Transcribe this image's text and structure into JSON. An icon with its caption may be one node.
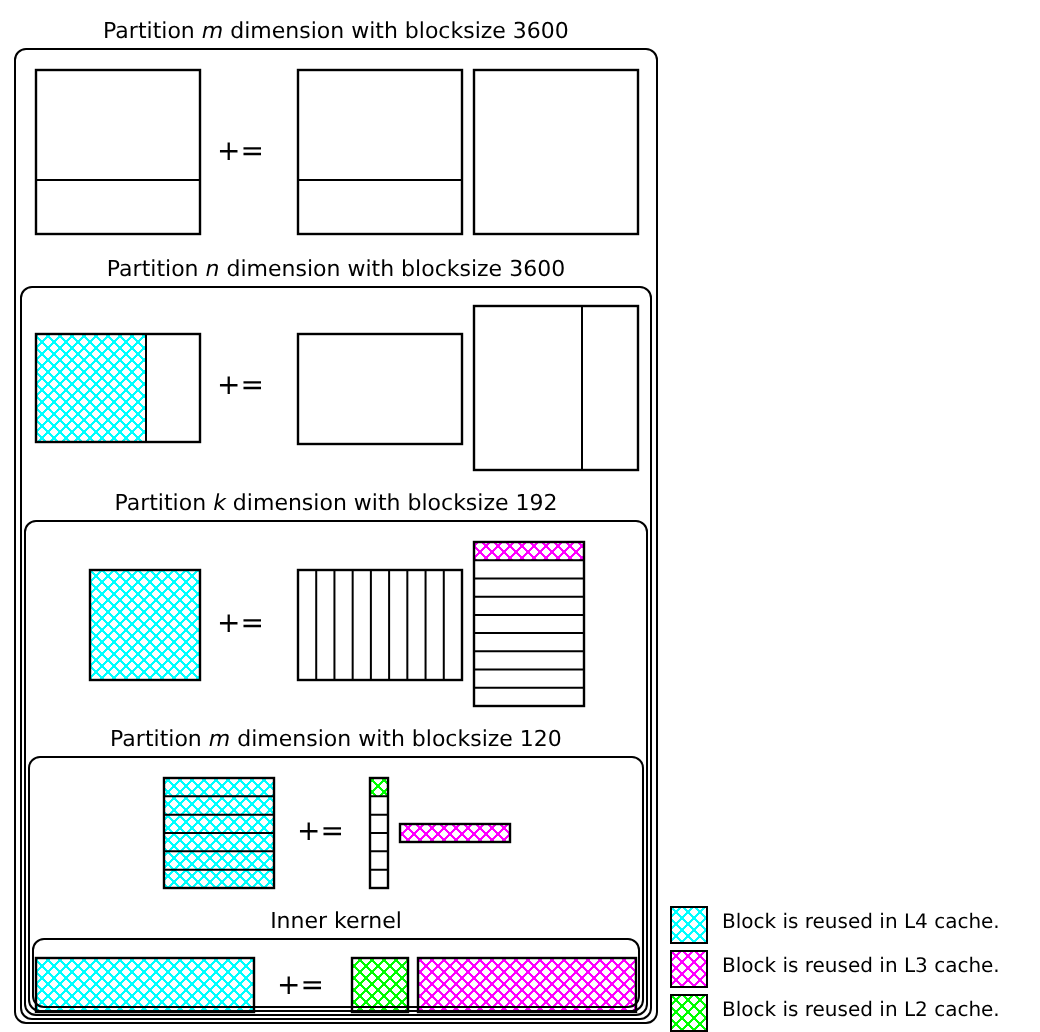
{
  "diagram": {
    "nodes": [
      {
        "text": [
          "Partition *m* dimension with blocksize 3600"
        ]
      },
      {
        "text": [
          "Partition *n* dimension with blocksize 3600"
        ],
        "in": 0
      },
      {
        "text": [
          "Partition *k* dimension with blocksize 192"
        ],
        "in": 1
      },
      {
        "text": [
          "Partition *m* dimension with blocksize 120"
        ],
        "in": 2
      },
      {
        "text": [
          "Inner kernel"
        ],
        "in": 3
      }
    ],
    "edges": [],
    "labels": [
      "+=",
      "+=",
      "+=",
      "+=",
      "+="
    ],
    "legend": [
      {
        "text": "Block is reused in L4 cache.",
        "color": "#00ffff"
      },
      {
        "text": "Block is reused in L3 cache.",
        "color": "#ff00ff"
      },
      {
        "text": "Block is reused in L2 cache.",
        "color": "#00ff00"
      }
    ]
  }
}
